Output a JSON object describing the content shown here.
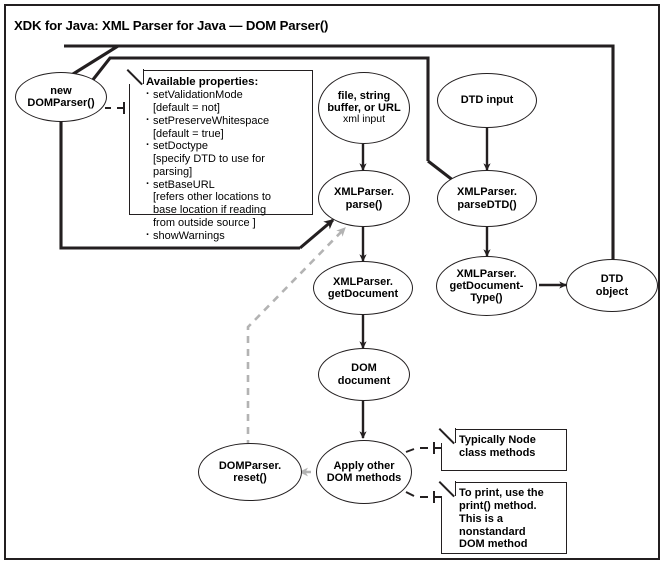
{
  "page": {
    "title": "XDK for Java: XML Parser for Java — DOM Parser()",
    "bg": "#ffffff",
    "ink": "#231f20",
    "dashed_gray": "#b3b3b3"
  },
  "nodes": {
    "new_domparser": {
      "line1": "new",
      "line2": "DOMParser()"
    },
    "xml_input": {
      "line1": "file, string",
      "line2": "buffer, or URL",
      "sub": "xml input"
    },
    "dtd_input": {
      "line1": "DTD input"
    },
    "parse": {
      "line1": "XMLParser.",
      "line2": "parse()"
    },
    "parse_dtd": {
      "line1": "XMLParser.",
      "line2": "parseDTD()"
    },
    "get_document": {
      "line1": "XMLParser.",
      "line2": "getDocument"
    },
    "get_document_type": {
      "line1": "XMLParser.",
      "line2": "getDocument-",
      "line3": "Type()"
    },
    "dtd_object": {
      "line1": "DTD",
      "line2": "object"
    },
    "dom_document": {
      "line1": "DOM",
      "line2": "document"
    },
    "apply_other": {
      "line1": "Apply other",
      "line2": "DOM methods"
    },
    "reset": {
      "line1": "DOMParser.",
      "line2": "reset()"
    }
  },
  "notes": {
    "properties": {
      "heading": "Available properties:",
      "items": [
        {
          "name": "setValidationMode",
          "detail": "[default = not]"
        },
        {
          "name": "setPreserveWhitespace",
          "detail": "[default = true]"
        },
        {
          "name": "setDoctype",
          "detail": "[specify DTD to use for",
          "detail2": "parsing]"
        },
        {
          "name": "setBaseURL",
          "detail": "[refers other locations to",
          "detail2": "base location if reading",
          "detail3": "from outside source ]"
        },
        {
          "name": "showWarnings"
        }
      ]
    },
    "typically_node": {
      "line1": "Typically Node",
      "line2": "class methods"
    },
    "print_method": {
      "line1": "To print, use the",
      "line2": "print() method.",
      "line3": "This is a",
      "line4": "nonstandard",
      "line5": "DOM method"
    }
  }
}
